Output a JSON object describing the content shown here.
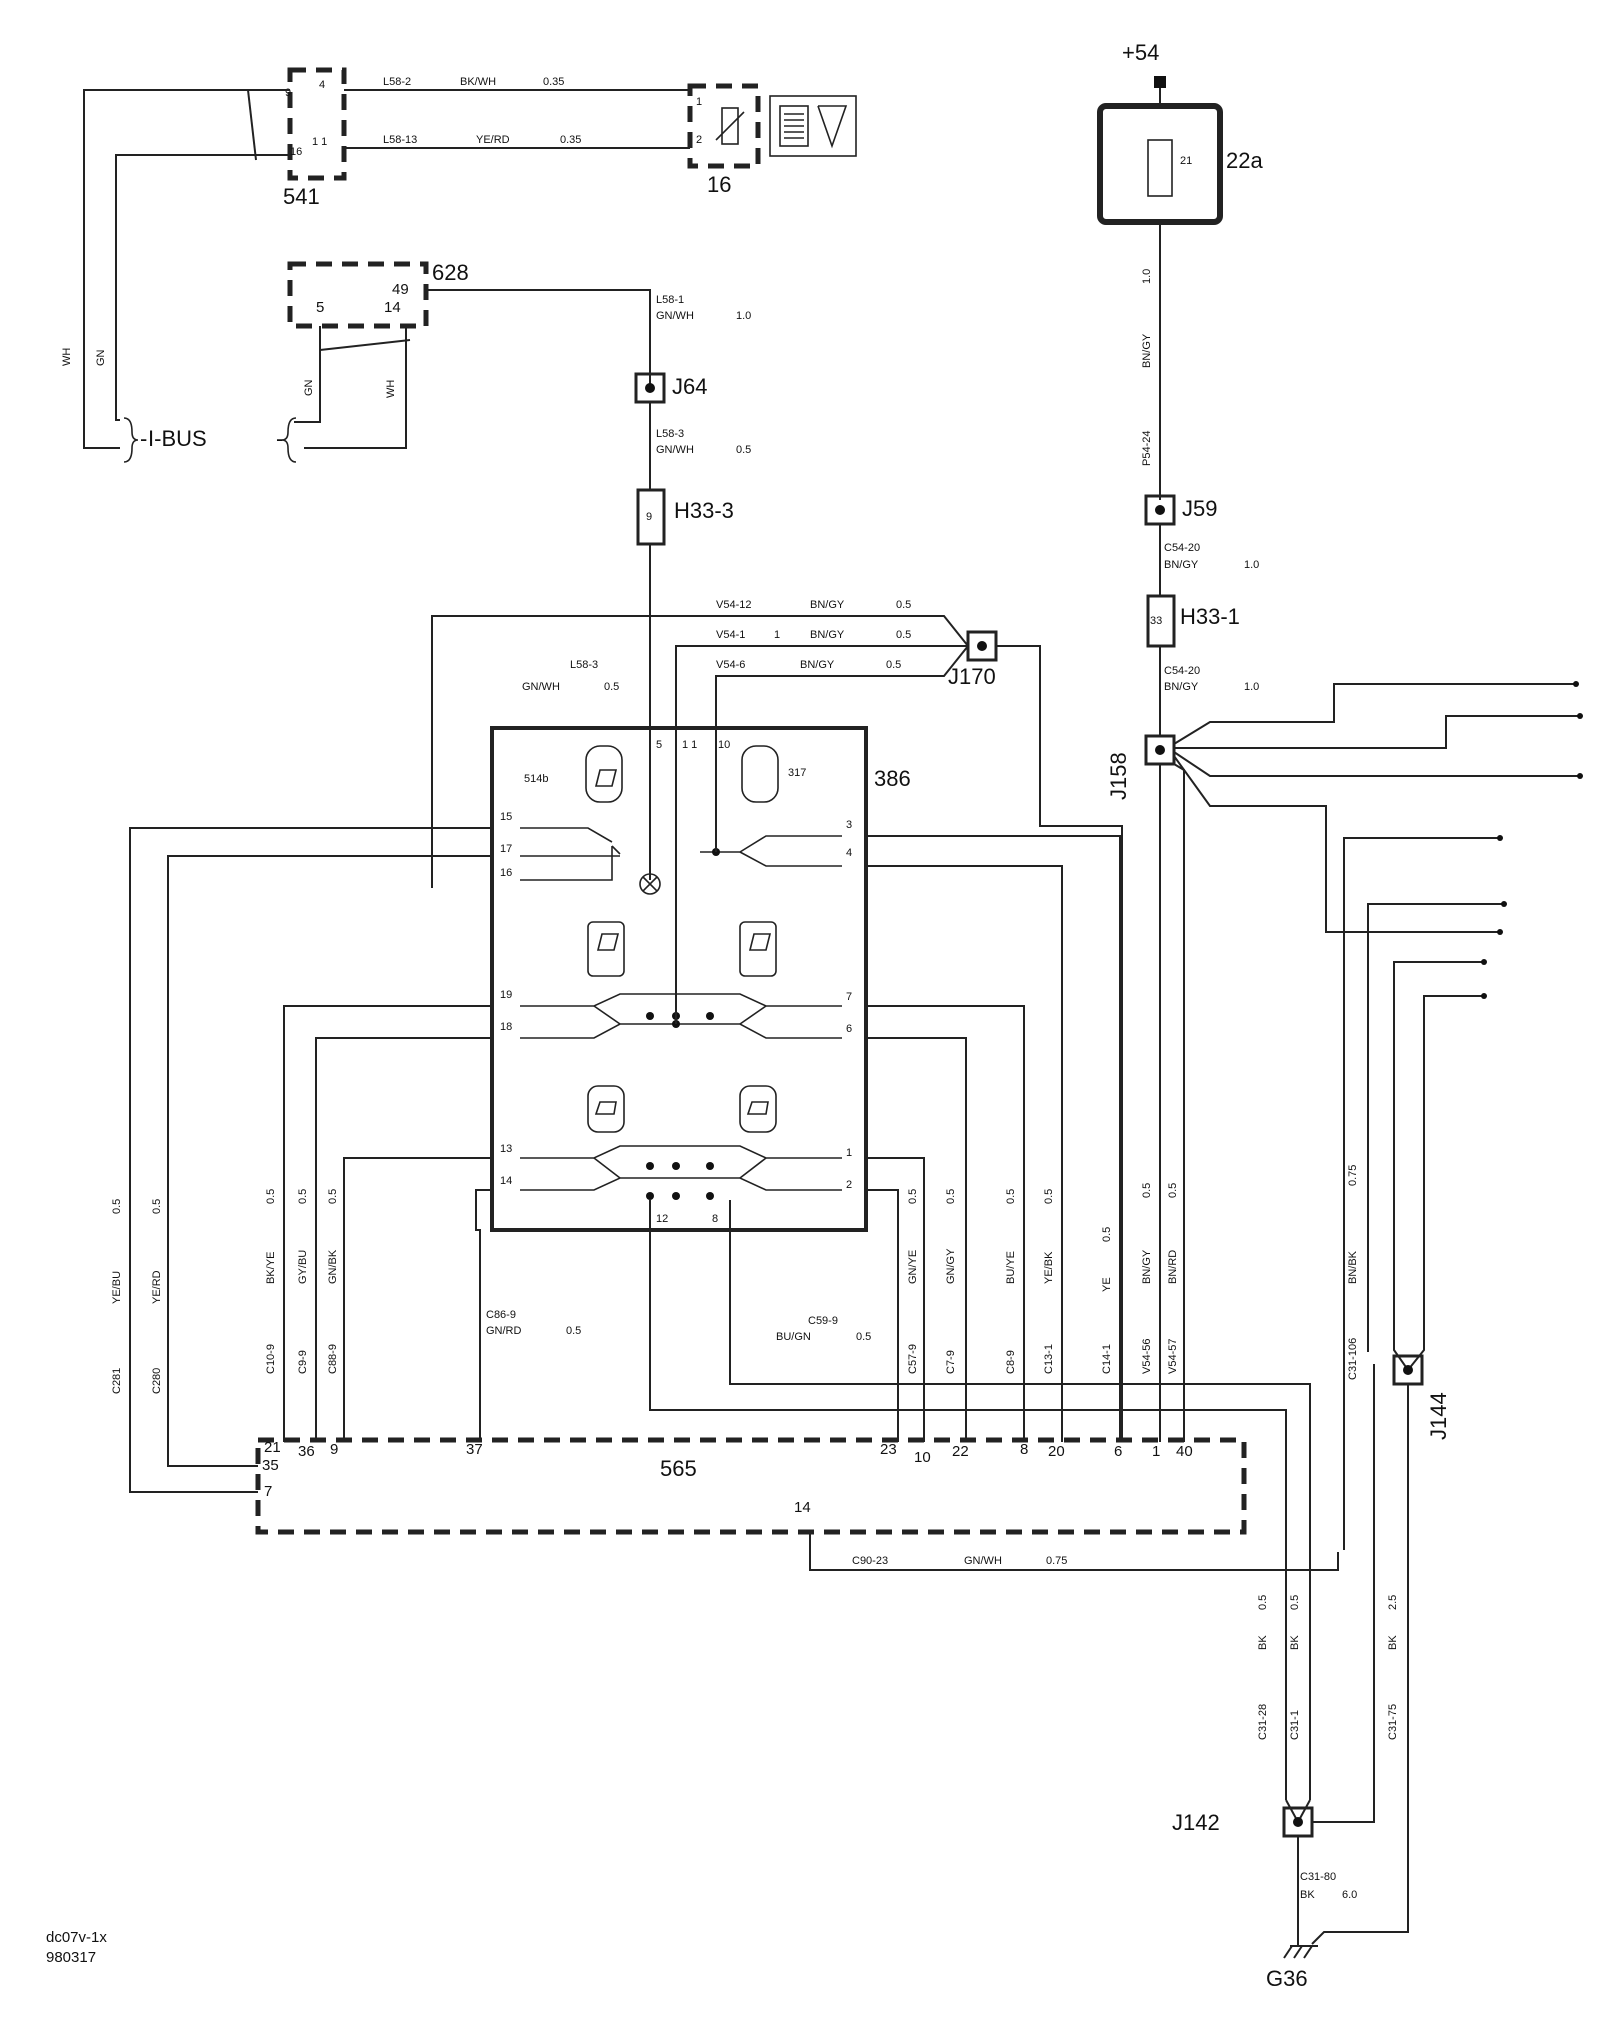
{
  "components": {
    "c541": "541",
    "c16": "16",
    "c628": "628",
    "c22a": "22a",
    "c386": "386",
    "c565": "565",
    "fuse21": "21",
    "plus54": "+54",
    "ibus": "I-BUS",
    "sw514b": "514b",
    "sw317": "317"
  },
  "joints": {
    "J64": "J64",
    "J59": "J59",
    "J170": "J170",
    "J158": "J158",
    "J144": "J144",
    "J142": "J142",
    "G36": "G36",
    "H33_3": "H33-3",
    "H33_1": "H33-1"
  },
  "wire_labels": {
    "w1": "L58-2",
    "w1c": "BK/WH",
    "w1s": "0.35",
    "w2": "L58-13",
    "w2c": "YE/RD",
    "w2s": "0.35",
    "w3": "L58-1",
    "w3c": "GN/WH",
    "w3s": "1.0",
    "w4": "L58-3",
    "w4c": "GN/WH",
    "w4s": "0.5",
    "w5": "L58-3",
    "w5c": "GN/WH",
    "w5s": "0.5",
    "w6": "V54-12",
    "w6c": "BN/GY",
    "w6s": "0.5",
    "w7": "V54-1",
    "w7n": "1",
    "w7c": "BN/GY",
    "w7s": "0.5",
    "w8": "V54-6",
    "w8c": "BN/GY",
    "w8s": "0.5",
    "w9": "1.0",
    "w9c": "BN/GY",
    "w9n": "P54-24",
    "w10": "C54-20",
    "w10c": "BN/GY",
    "w10s": "1.0",
    "w11": "C54-20",
    "w11c": "BN/GY",
    "w11s": "1.0",
    "w12": "C86-9",
    "w12c": "GN/RD",
    "w12s": "0.5",
    "w13": "C59-9",
    "w13c": "BU/GN",
    "w13s": "0.5",
    "w14": "C90-23",
    "w14c": "GN/WH",
    "w14s": "0.75",
    "w15": "C31-80",
    "w15c": "BK",
    "w15s": "6.0",
    "wh": "WH",
    "gn": "GN"
  },
  "vert_labels": [
    {
      "s": "0.5",
      "c": "YE/BU",
      "n": "C281"
    },
    {
      "s": "0.5",
      "c": "YE/RD",
      "n": "C280"
    },
    {
      "s": "0.5",
      "c": "BK/YE",
      "n": "C10-9"
    },
    {
      "s": "0.5",
      "c": "GY/BU",
      "n": "C9-9"
    },
    {
      "s": "0.5",
      "c": "GN/BK",
      "n": "C88-9"
    },
    {
      "s": "0.5",
      "c": "GN/YE",
      "n": "C57-9"
    },
    {
      "s": "0.5",
      "c": "GN/GY",
      "n": "C7-9"
    },
    {
      "s": "0.5",
      "c": "BU/YE",
      "n": "C8-9"
    },
    {
      "s": "0.5",
      "c": "YE/BK",
      "n": "C13-1"
    },
    {
      "s": "0.5",
      "c": "YE",
      "n": "C14-1"
    },
    {
      "s": "0.5",
      "c": "BN/GY",
      "n": "V54-56"
    },
    {
      "s": "0.5",
      "c": "BN/RD",
      "n": "V54-57"
    },
    {
      "s": "0.75",
      "c": "BN/BK",
      "n": "C31-106"
    },
    {
      "s": "0.5",
      "c": "BK",
      "n": "C31-28"
    },
    {
      "s": "0.5",
      "c": "BK",
      "n": "C31-1"
    },
    {
      "s": "2.5",
      "c": "BK",
      "n": "C31-75"
    }
  ],
  "pins_565": [
    "21",
    "35",
    "7",
    "36",
    "9",
    "37",
    "23",
    "10",
    "22",
    "8",
    "20",
    "6",
    "1",
    "40",
    "14"
  ],
  "pins_386": [
    "15",
    "17",
    "16",
    "19",
    "18",
    "13",
    "14",
    "5",
    "1 1",
    "10",
    "3",
    "4",
    "7",
    "6",
    "1",
    "2",
    "12",
    "8"
  ],
  "footer": {
    "code": "dc07v-1x",
    "date": "980317"
  }
}
